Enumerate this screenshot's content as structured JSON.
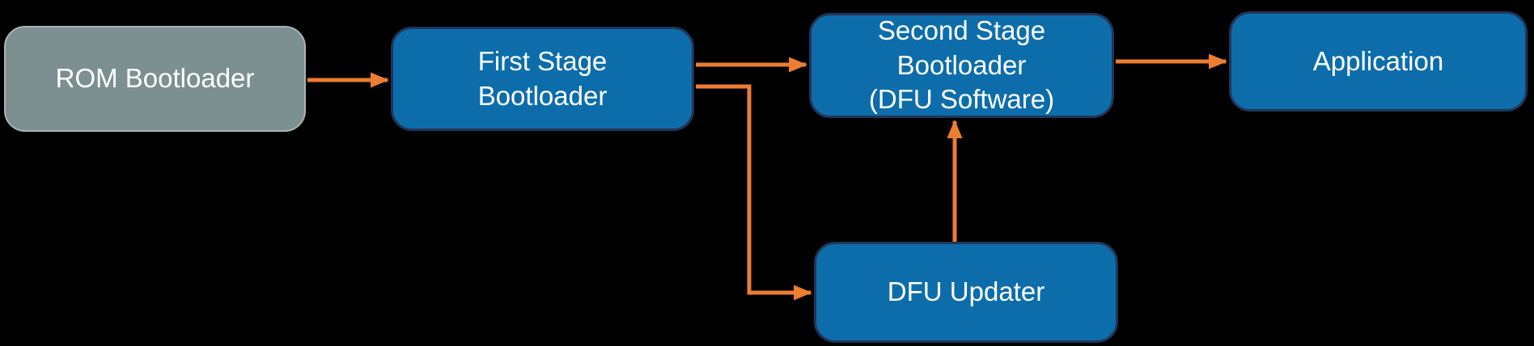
{
  "diagram": {
    "nodes": [
      {
        "id": "rom-bootloader",
        "label": "ROM Bootloader",
        "style": "gray"
      },
      {
        "id": "first-stage-bootloader",
        "label": "First Stage\nBootloader",
        "style": "blue"
      },
      {
        "id": "second-stage-bootloader",
        "label": "Second Stage\nBootloader\n(DFU Software)",
        "style": "blue"
      },
      {
        "id": "dfu-updater",
        "label": "DFU Updater",
        "style": "blue"
      },
      {
        "id": "application",
        "label": "Application",
        "style": "blue"
      }
    ],
    "edges": [
      {
        "from": "rom-bootloader",
        "to": "first-stage-bootloader"
      },
      {
        "from": "first-stage-bootloader",
        "to": "second-stage-bootloader"
      },
      {
        "from": "first-stage-bootloader",
        "to": "dfu-updater"
      },
      {
        "from": "dfu-updater",
        "to": "second-stage-bootloader"
      },
      {
        "from": "second-stage-bootloader",
        "to": "application"
      }
    ],
    "colors": {
      "background": "#000000",
      "node_blue_fill": "#0d6dab",
      "node_blue_border": "#21355a",
      "node_gray_fill": "#7c8f91",
      "node_gray_border": "#a9b4b5",
      "arrow": "#ED7D31",
      "text": "#ffffff"
    }
  }
}
